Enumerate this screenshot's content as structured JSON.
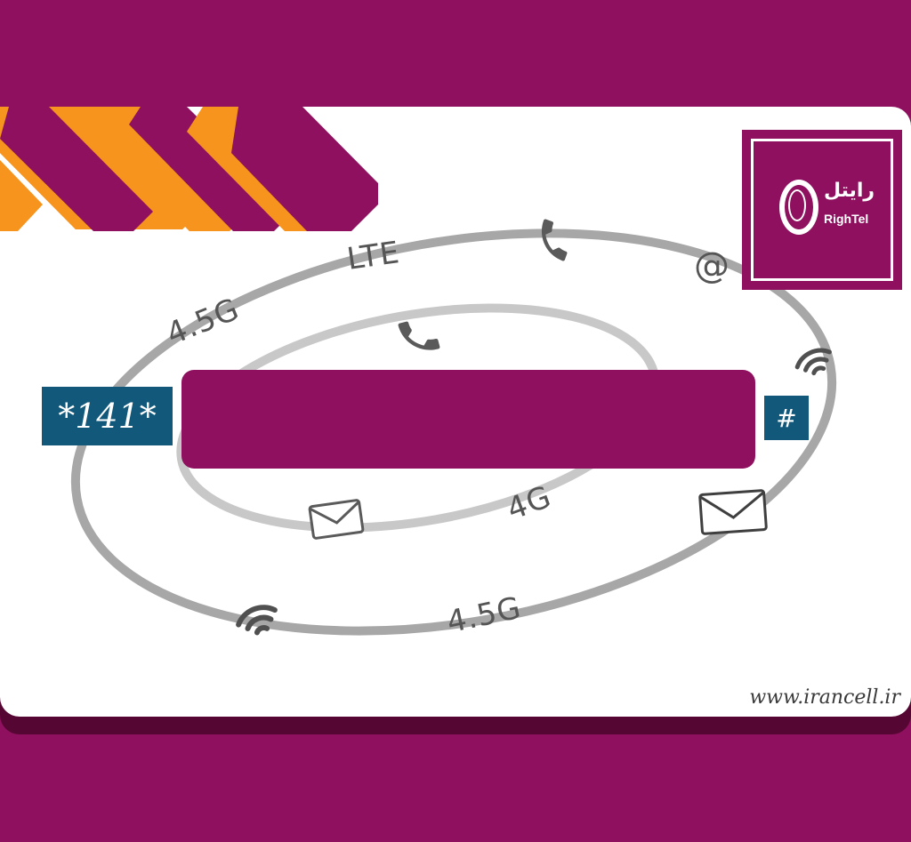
{
  "brand": {
    "name_fa": "رایتل",
    "name_en": "RighTel"
  },
  "ussd": {
    "prefix": "*141*",
    "suffix": "#"
  },
  "floating_words": {
    "lte": "LTE",
    "g45_top": "4.5G",
    "g4": "4G",
    "g45_bottom": "4.5G",
    "at": "@"
  },
  "footer": {
    "website": "www.irancell.ir"
  },
  "colors": {
    "primary": "#8e105e",
    "accent": "#f7941d",
    "badge": "#12587a",
    "card": "#ffffff"
  },
  "icons": [
    "phone-icon",
    "phone-icon",
    "at-sign",
    "wifi-icon",
    "wifi-icon",
    "envelope-icon",
    "envelope-icon"
  ]
}
